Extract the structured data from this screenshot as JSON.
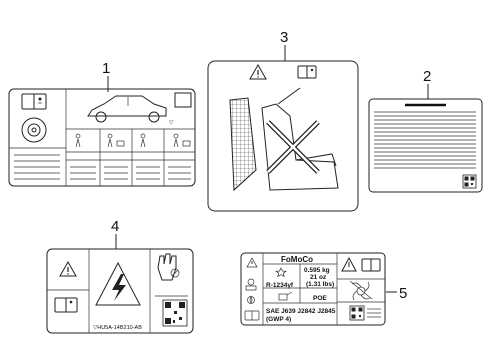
{
  "callouts": [
    {
      "id": 1,
      "label": "1"
    },
    {
      "id": 2,
      "label": "2"
    },
    {
      "id": 3,
      "label": "3"
    },
    {
      "id": 4,
      "label": "4"
    },
    {
      "id": 5,
      "label": "5"
    }
  ],
  "label4": {
    "part_number": "▽HU5A-14B210-AB"
  },
  "label5": {
    "brand": "FoMoCo",
    "refrigerant_charge": "0.595 kg",
    "charge_oz": "21 oz",
    "charge_lbs": "(1.31 lbs)",
    "refrigerant": "R-1234yf",
    "oil": "POE",
    "standards": "SAE J639 J2842 J2845",
    "gwp": "(GWP 4)"
  }
}
